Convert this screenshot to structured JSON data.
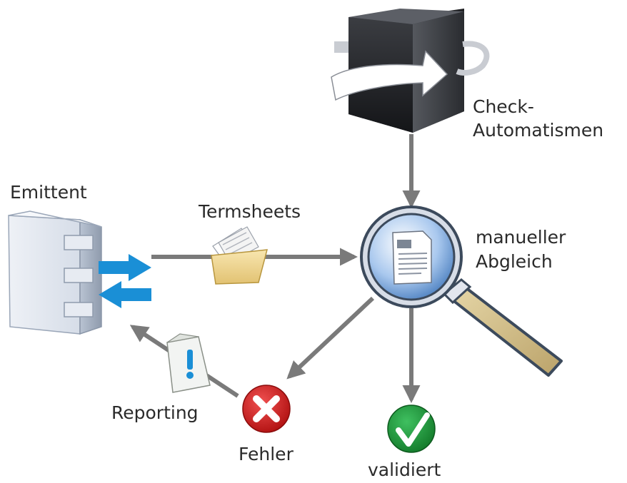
{
  "labels": {
    "emittent": "Emittent",
    "termsheets": "Termsheets",
    "check_line1": "Check-",
    "check_line2": "Automatismen",
    "manual_line1": "manueller",
    "manual_line2": "Abgleich",
    "reporting": "Reporting",
    "fehler": "Fehler",
    "validiert": "validiert"
  },
  "colors": {
    "arrow_gray": "#7a7a7a",
    "arrow_blue": "#1a8fd6",
    "error_red": "#d42020",
    "valid_green": "#1e9a3a",
    "lens_blue": "#5a8fcc"
  },
  "icons": [
    "server-cabinet-icon",
    "folder-icon",
    "black-box-icon",
    "magnifier-icon",
    "report-doc-icon",
    "error-icon",
    "check-icon"
  ]
}
